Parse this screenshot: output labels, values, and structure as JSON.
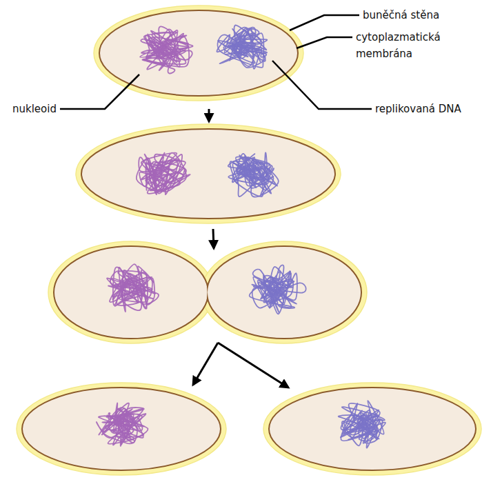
{
  "diagram": {
    "labels": [
      "buněčná stěna",
      "cytoplazmatická membrána",
      "nukleoid",
      "replikovaná DNA"
    ]
  }
}
